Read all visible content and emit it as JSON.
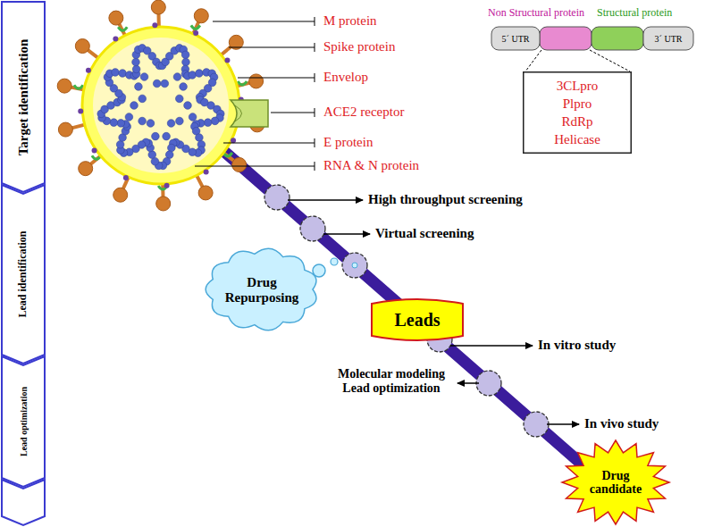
{
  "diagram": {
    "nodes": [
      {
        "text": [
          "Target identification"
        ]
      },
      {
        "text": [
          "Lead identification"
        ]
      },
      {
        "text": [
          "Lead optimization"
        ]
      },
      {
        "text": [
          "5´ UTR"
        ]
      },
      {
        "text": [
          "3´ UTR"
        ]
      },
      {
        "text": [
          "3CLpro",
          "Plpro",
          "RdRp",
          "Helicase"
        ]
      },
      {
        "text": [
          "Drug Repurposing"
        ]
      },
      {
        "text": [
          "Leads"
        ]
      },
      {
        "text": [
          "Drug candidate"
        ]
      }
    ],
    "labels": [
      "M protein",
      "Spike protein",
      "Envelop",
      "ACE2 receptor",
      "E protein",
      "RNA & N protein",
      "Non Structural protein",
      "Structural protein",
      "High throughput screening",
      "Virtual screening",
      "In vitro study",
      "Molecular modeling Lead optimization",
      "In vivo study"
    ]
  }
}
